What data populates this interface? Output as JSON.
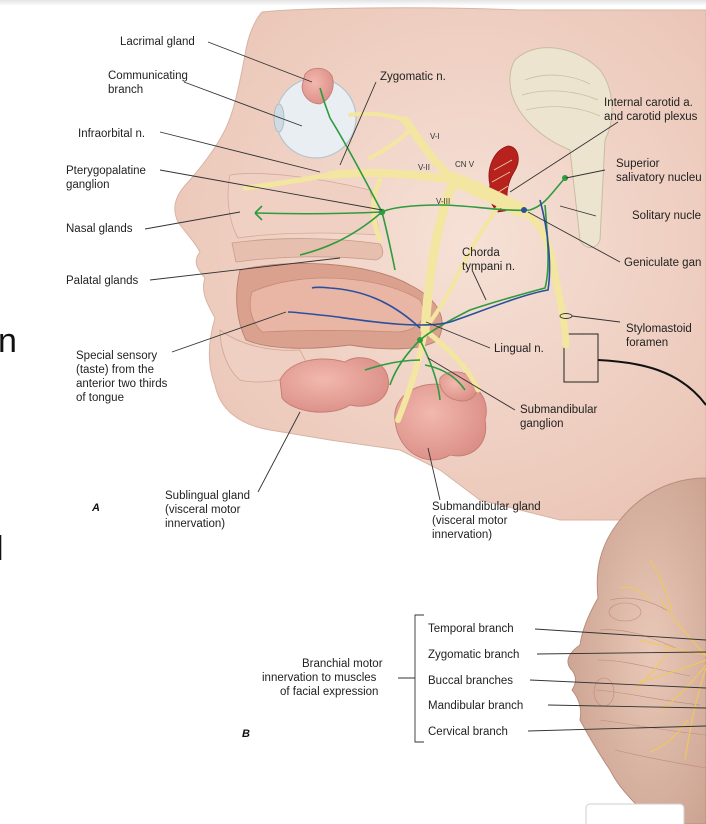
{
  "edge_letters": {
    "top": "n",
    "bottom": "l"
  },
  "panel_labels": {
    "a": "A",
    "b": "B"
  },
  "panel_a_labels": {
    "lacrimal_gland": "Lacrimal gland",
    "communicating_branch": [
      "Communicating",
      "branch"
    ],
    "zygomatic_n": "Zygomatic n.",
    "internal_carotid": [
      "Internal carotid a.",
      "and carotid plexus"
    ],
    "infraorbital_n": "Infraorbital n.",
    "v1": "V-I",
    "v2": "V-II",
    "v3": "V-III",
    "cn_v": "CN V",
    "superior_salivatory": [
      "Superior",
      "salivatory nucleu"
    ],
    "pterygopalatine": [
      "Pterygopalatine",
      "ganglion"
    ],
    "solitary_nucleus": "Solitary nucle",
    "nasal_glands": "Nasal glands",
    "chorda_tympani": [
      "Chorda",
      "tympani n."
    ],
    "geniculate": "Geniculate gan",
    "palatal_glands": "Palatal glands",
    "stylomastoid": [
      "Stylomastoid",
      "foramen"
    ],
    "lingual_n": "Lingual n.",
    "special_sensory": [
      "Special sensory",
      "(taste) from the",
      "anterior two thirds",
      "of tongue"
    ],
    "submandibular_ganglion": [
      "Submandibular",
      "ganglion"
    ],
    "sublingual_gland": [
      "Sublingual gland",
      "(visceral motor",
      "innervation)"
    ],
    "submandibular_gland": [
      "Submandibular gland",
      "(visceral motor",
      "innervation)"
    ]
  },
  "panel_b_labels": {
    "branchial_motor": [
      "Branchial motor",
      "innervation to muscles",
      "of facial expression"
    ],
    "branches": [
      "Temporal branch",
      "Zygomatic branch",
      "Buccal branches",
      "Mandibular branch",
      "Cervical branch"
    ]
  },
  "colors": {
    "skin": "#f2d9ce",
    "muscle": "#dfa79b",
    "gland": "#e8a39c",
    "nerve_yellow": "#f4e7a2",
    "nerve_green": "#2e9b3e",
    "nerve_blue": "#2b4f9c",
    "artery": "#b8221e"
  }
}
